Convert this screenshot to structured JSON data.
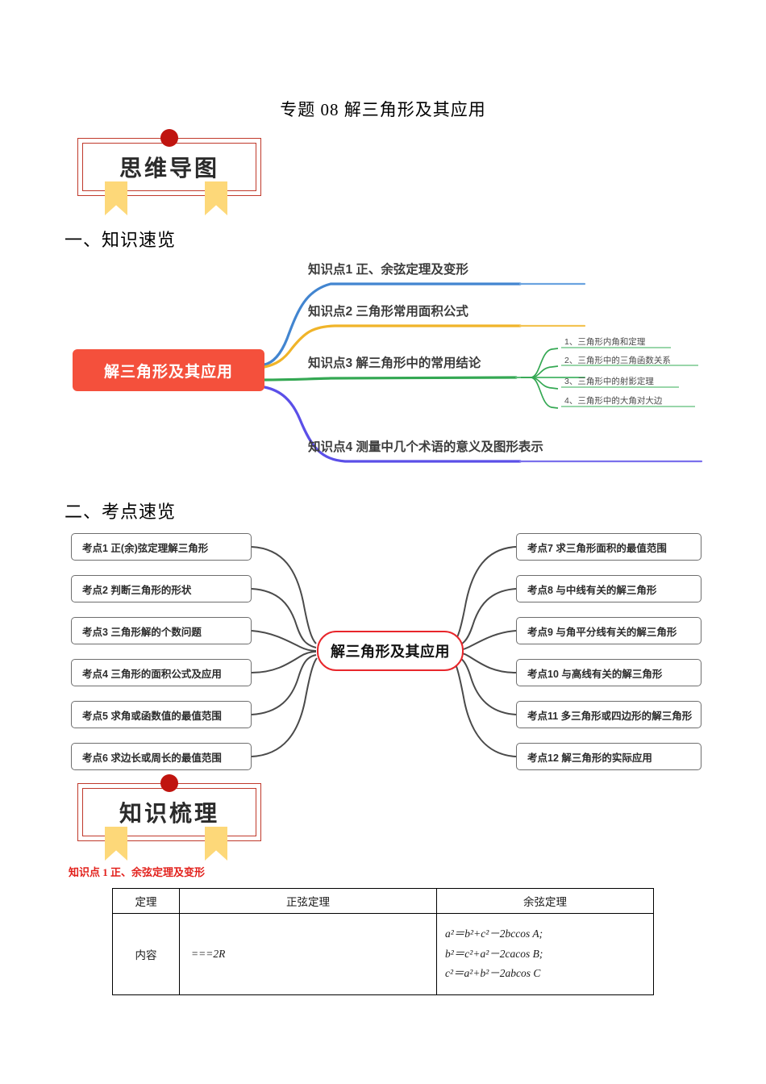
{
  "document": {
    "title": "专题 08  解三角形及其应用"
  },
  "badges": [
    {
      "label": "思维导图",
      "name": "mind-map-badge"
    },
    {
      "label": "知识梳理",
      "name": "knowledge-review-badge"
    }
  ],
  "sections": [
    {
      "heading": "一、知识速览"
    },
    {
      "heading": "二、考点速览"
    }
  ],
  "mindmap1": {
    "center": "解三角形及其应用",
    "center_color": "#f4503c",
    "branches": [
      {
        "label": "知识点1  正、余弦定理及变形",
        "color": "#4285d0"
      },
      {
        "label": "知识点2  三角形常用面积公式",
        "color": "#f0b429"
      },
      {
        "label": "知识点3  解三角形中的常用结论",
        "color": "#34a853"
      },
      {
        "label": "知识点4  测量中几个术语的意义及图形表示",
        "color": "#5b4fe8"
      }
    ],
    "sub_branches": [
      "1、三角形内角和定理",
      "2、三角形中的三角函数关系",
      "3、三角形中的射影定理",
      "4、三角形中的大角对大边"
    ]
  },
  "mindmap2": {
    "center": "解三角形及其应用",
    "center_border_color": "#e8262b",
    "left_items": [
      "考点1  正(余)弦定理解三角形",
      "考点2  判断三角形的形状",
      "考点3  三角形解的个数问题",
      "考点4  三角形的面积公式及应用",
      "考点5  求角或函数值的最值范围",
      "考点6  求边长或周长的最值范围"
    ],
    "right_items": [
      "考点7  求三角形面积的最值范围",
      "考点8  与中线有关的解三角形",
      "考点9  与角平分线有关的解三角形",
      "考点10  与高线有关的解三角形",
      "考点11  多三角形或四边形的解三角形",
      "考点12  解三角形的实际应用"
    ]
  },
  "knowledge_point_heading": "知识点 1  正、余弦定理及变形",
  "table": {
    "headers": [
      "定理",
      "正弦定理",
      "余弦定理"
    ],
    "row_label": "内容",
    "sine_content": "===2R",
    "cosine_lines": [
      "a²＝b²+c²－2bccos A;",
      "b²＝c²+a²－2cacos B;",
      "c²＝a²+b²－2abcos C"
    ]
  }
}
